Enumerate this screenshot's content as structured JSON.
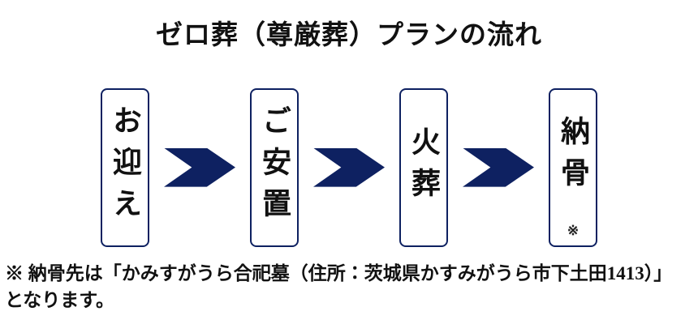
{
  "title": "ゼロ葬（尊厳葬）プランの流れ",
  "steps": [
    {
      "label": "お迎え"
    },
    {
      "label": "ご安置"
    },
    {
      "label": "火葬"
    },
    {
      "label": "納骨",
      "note_mark": "※"
    }
  ],
  "note": {
    "line1": "※ 納骨先は「かみすがうら合祀墓（住所：茨城県かすみがうら市下土田1413）」",
    "line2": "となります。"
  },
  "colors": {
    "navy": "#0e2161",
    "background": "#ffffff",
    "text": "#111111"
  }
}
